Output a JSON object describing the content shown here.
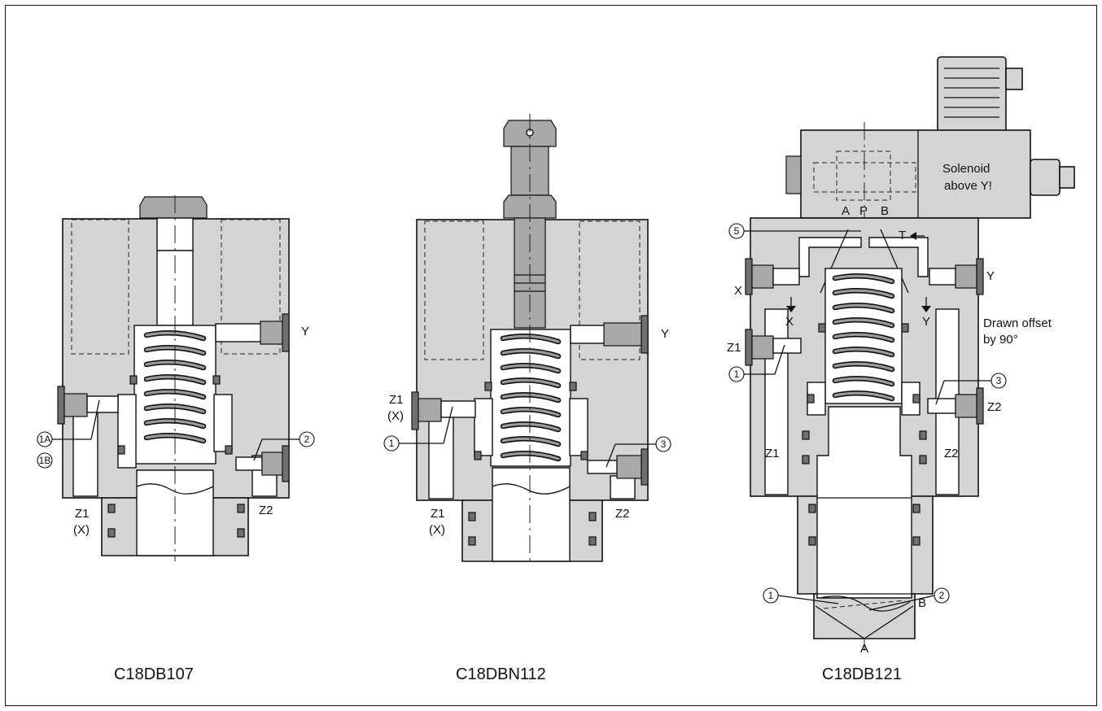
{
  "valves": [
    {
      "title": "C18DB107",
      "labels": {
        "y": "Y",
        "z1": "Z1",
        "x_paren": "(X)",
        "z2": "Z2",
        "m1a": "1A",
        "m1b": "1B",
        "m2": "2"
      }
    },
    {
      "title": "C18DBN112",
      "labels": {
        "y": "Y",
        "z1_top": "Z1",
        "x_top": "(X)",
        "z1": "Z1",
        "x_paren": "(X)",
        "z2": "Z2",
        "m1": "1",
        "m3": "3"
      }
    },
    {
      "title": "C18DB121",
      "labels": {
        "solenoid_note_1": "Solenoid",
        "solenoid_note_2": "above Y!",
        "port_a": "A",
        "port_p": "P",
        "port_b": "B",
        "port_t": "T",
        "x": "X",
        "y": "Y",
        "x_inner": "X",
        "y_inner": "Y",
        "offset_note_1": "Drawn offset",
        "offset_note_2": "by 90°",
        "z1_side": "Z1",
        "z2_side": "Z2",
        "z1_bottom": "Z1",
        "z2_bottom": "Z2",
        "m5": "5",
        "m1": "1",
        "m3": "3",
        "m1_low": "1",
        "m2_low": "2",
        "b_low": "B",
        "a_low": "A"
      }
    }
  ]
}
